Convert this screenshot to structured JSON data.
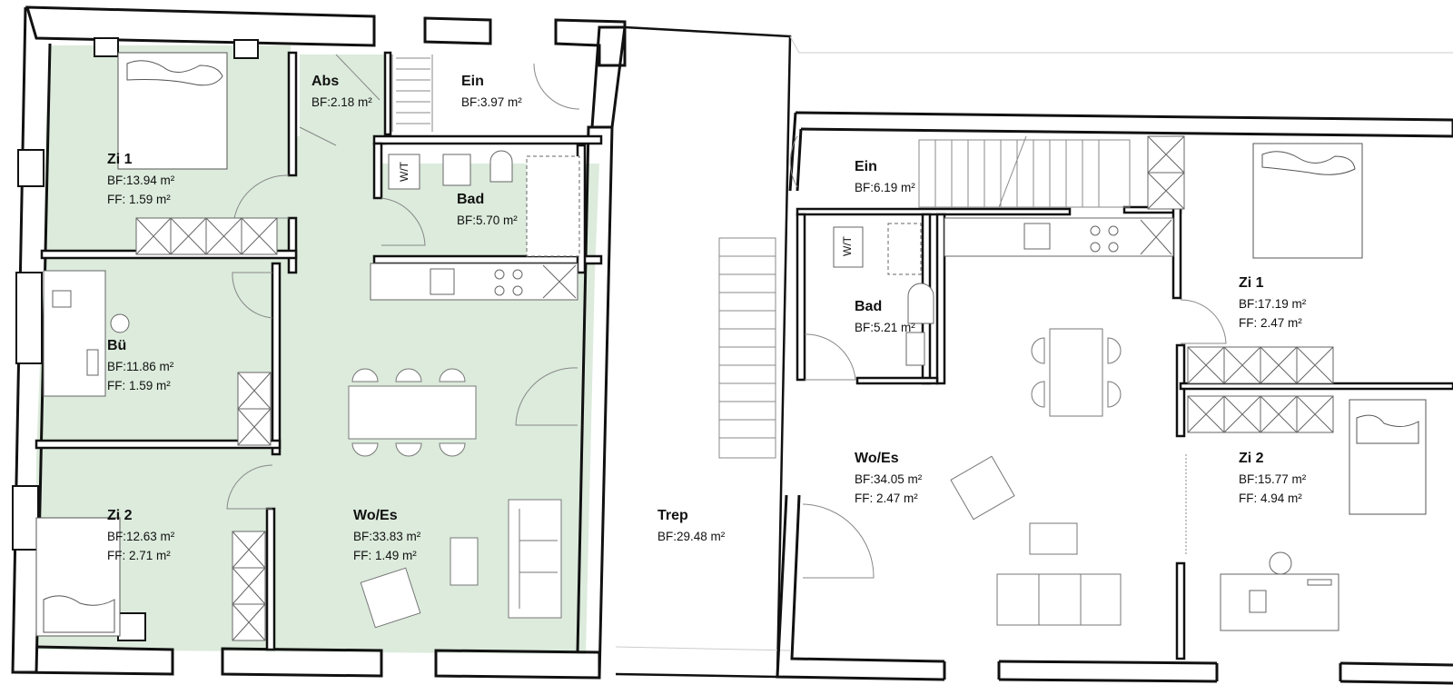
{
  "rooms": [
    {
      "key": "a_zi1",
      "name": "Zi 1",
      "area": "BF:13.94 m²",
      "extra": "FF:  1.59 m²"
    },
    {
      "key": "a_abs",
      "name": "Abs",
      "area": "BF:2.18 m²"
    },
    {
      "key": "a_ein",
      "name": "Ein",
      "area": "BF:3.97 m²"
    },
    {
      "key": "a_bad",
      "name": "Bad",
      "area": "BF:5.70 m²"
    },
    {
      "key": "a_bu",
      "name": "Bü",
      "area": "BF:11.86 m²",
      "extra": "FF:  1.59 m²"
    },
    {
      "key": "a_zi2",
      "name": "Zi 2",
      "area": "BF:12.63 m²",
      "extra": "FF:  2.71 m²"
    },
    {
      "key": "a_woes",
      "name": "Wo/Es",
      "area": "BF:33.83 m²",
      "extra": "FF:  1.49 m²"
    },
    {
      "key": "trep",
      "name": "Trep",
      "area": "BF:29.48 m²"
    },
    {
      "key": "b_ein",
      "name": "Ein",
      "area": "BF:6.19 m²"
    },
    {
      "key": "b_bad",
      "name": "Bad",
      "area": "BF:5.21 m²"
    },
    {
      "key": "b_woes",
      "name": "Wo/Es",
      "area": "BF:34.05 m²",
      "extra": "FF:  2.47 m²"
    },
    {
      "key": "b_zi1",
      "name": "Zi 1",
      "area": "BF:17.19 m²",
      "extra": "FF:  2.47 m²"
    },
    {
      "key": "b_zi2",
      "name": "Zi 2",
      "area": "BF:15.77 m²",
      "extra": "FF:  4.94 m²"
    }
  ],
  "wt_labels": [
    "W/T",
    "W/T"
  ],
  "colors": {
    "wall": "#111111",
    "room_fill": "#dcebdc",
    "line": "#8a8a8a",
    "background": "#ffffff"
  },
  "icons": [
    "bed-icon",
    "desk-icon",
    "chair-icon",
    "sofa-icon",
    "armchair-icon",
    "dining-table-icon",
    "wardrobe-icon",
    "kitchen-counter-icon",
    "toilet-icon",
    "sink-icon",
    "shower-icon",
    "staircase-icon",
    "door-swing-icon"
  ]
}
